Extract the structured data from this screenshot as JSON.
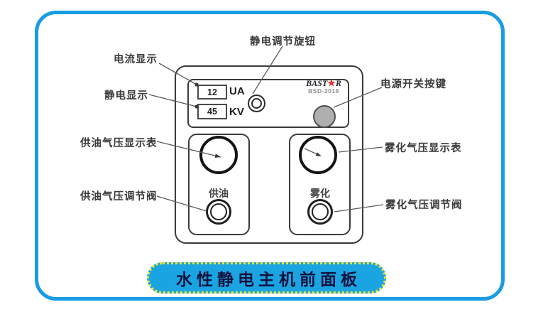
{
  "title_banner": {
    "text": "水性静电主机前面板"
  },
  "colors": {
    "frame_blue": "#189CE4",
    "banner_blue": "#1AA5E2",
    "banner_border_yellow": "#EDE42F",
    "logo_star_red": "#E63028",
    "power_button_gray": "#AFAFAF",
    "line_gray": "#5a5a5a"
  },
  "device": {
    "brand": {
      "pre": "BAST",
      "star": "★",
      "post": "R",
      "model": "BSD-3018"
    },
    "current_display": {
      "value": "12",
      "unit": "UA"
    },
    "voltage_display": {
      "value": "45",
      "unit": "KV"
    },
    "oil_knob_label": "供油",
    "atomize_knob_label": "雾化"
  },
  "callouts": {
    "static_knob": "静电调节旋钮",
    "current_display": "电流显示",
    "static_display": "静电显示",
    "power_button": "电源开关按键",
    "oil_gauge": "供油气压显示表",
    "oil_valve": "供油气压调节阀",
    "atomize_gauge": "雾化气压显示表",
    "atomize_valve": "雾化气压调节阀"
  }
}
